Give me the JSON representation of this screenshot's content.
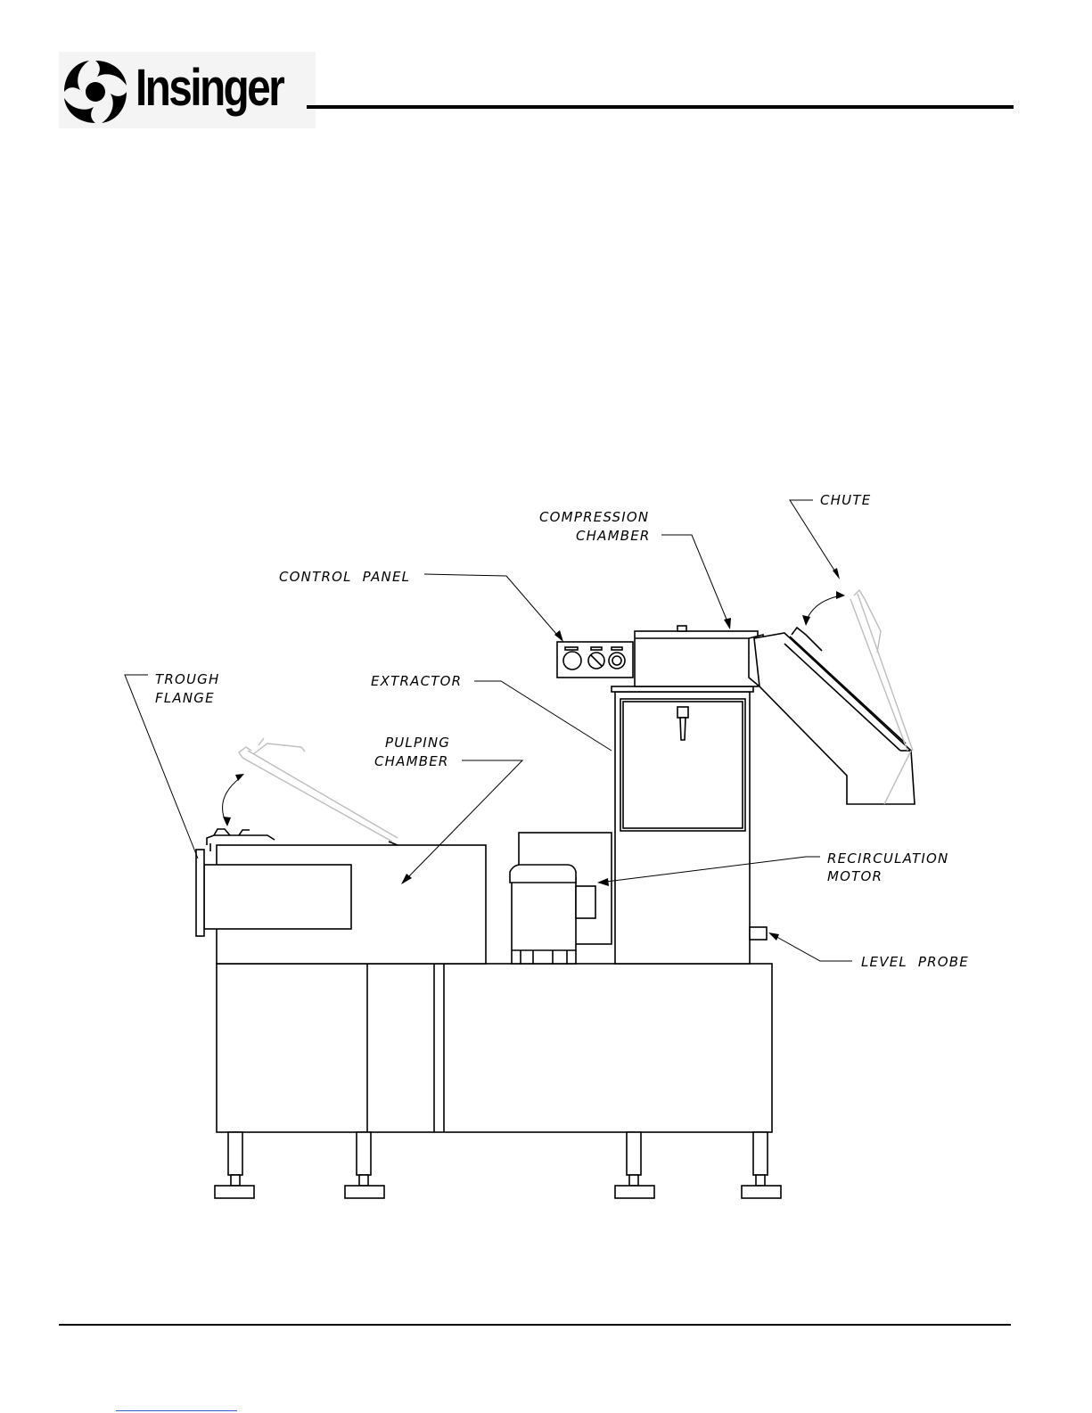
{
  "brand": {
    "name": "Insinger"
  },
  "labels": {
    "chute": "CHUTE",
    "compression_chamber": [
      "COMPRESSION",
      "CHAMBER"
    ],
    "control_panel": "CONTROL  PANEL",
    "trough_flange": [
      "TROUGH",
      "FLANGE"
    ],
    "extractor": "EXTRACTOR",
    "pulping_chamber": [
      "PULPING",
      "CHAMBER"
    ],
    "recirculation_motor": [
      "RECIRCULATION",
      "MOTOR"
    ],
    "level_probe": "LEVEL  PROBE"
  }
}
